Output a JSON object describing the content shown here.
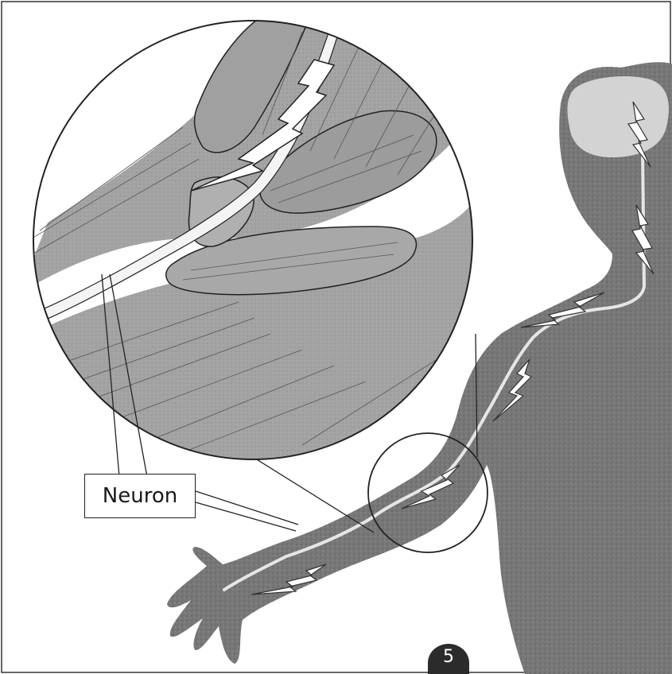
{
  "diagram": {
    "label": "Neuron",
    "page_number": "5",
    "colors": {
      "body": "#777777",
      "brain": "#d4d4d4",
      "muscle": "#9a9a9a",
      "nerve": "#e6e6e6",
      "outline": "#222222"
    },
    "icons": [
      "lightning-bolt-icon",
      "brain-icon",
      "magnifier-circle"
    ]
  }
}
